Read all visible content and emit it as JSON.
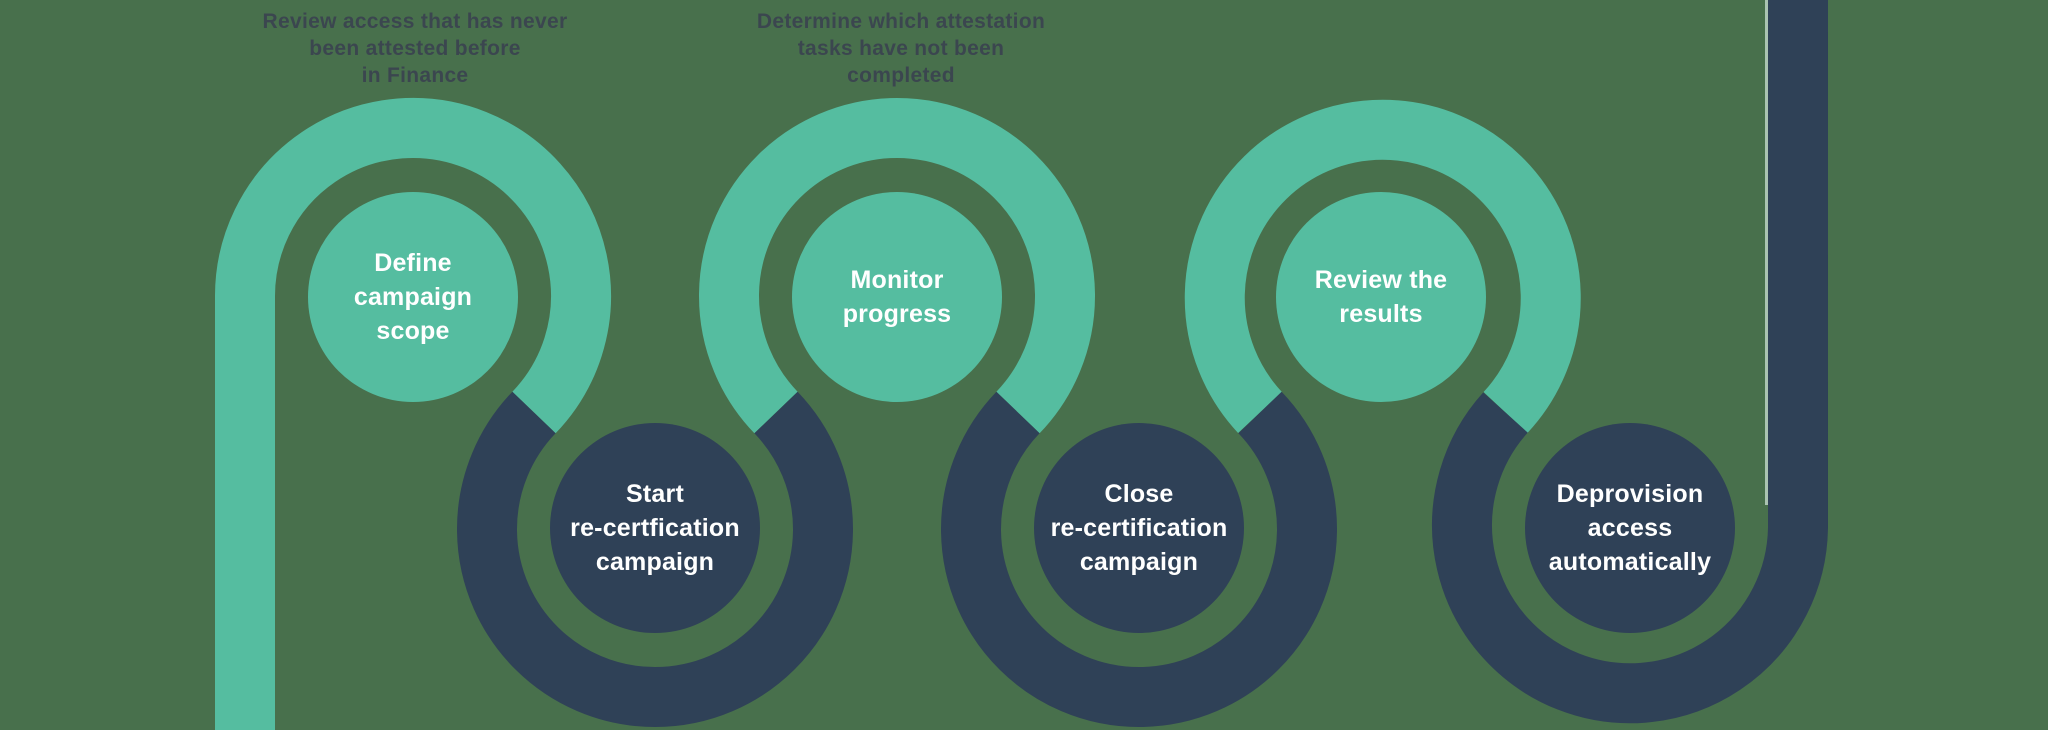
{
  "colors": {
    "background": "#48704C",
    "teal": "#55BDA0",
    "navy": "#2F4157",
    "circle_text": "#FFFFFF",
    "annotation_text": "#3A4350",
    "bar_highlight": "rgba(222,240,232,0.65)"
  },
  "annotations": [
    {
      "text": "Review access that has never\nbeen attested before\nin Finance"
    },
    {
      "text": "Determine which attestation\ntasks have not been\ncompleted"
    }
  ],
  "steps": [
    {
      "label": "Define\ncampaign\nscope",
      "variant": "teal"
    },
    {
      "label": "Start\nre-certfication\ncampaign",
      "variant": "navy"
    },
    {
      "label": "Monitor\nprogress",
      "variant": "teal"
    },
    {
      "label": "Close\nre-certification\ncampaign",
      "variant": "navy"
    },
    {
      "label": "Review the\nresults",
      "variant": "teal"
    },
    {
      "label": "Deprovision\naccess\nautomatically",
      "variant": "navy"
    }
  ]
}
